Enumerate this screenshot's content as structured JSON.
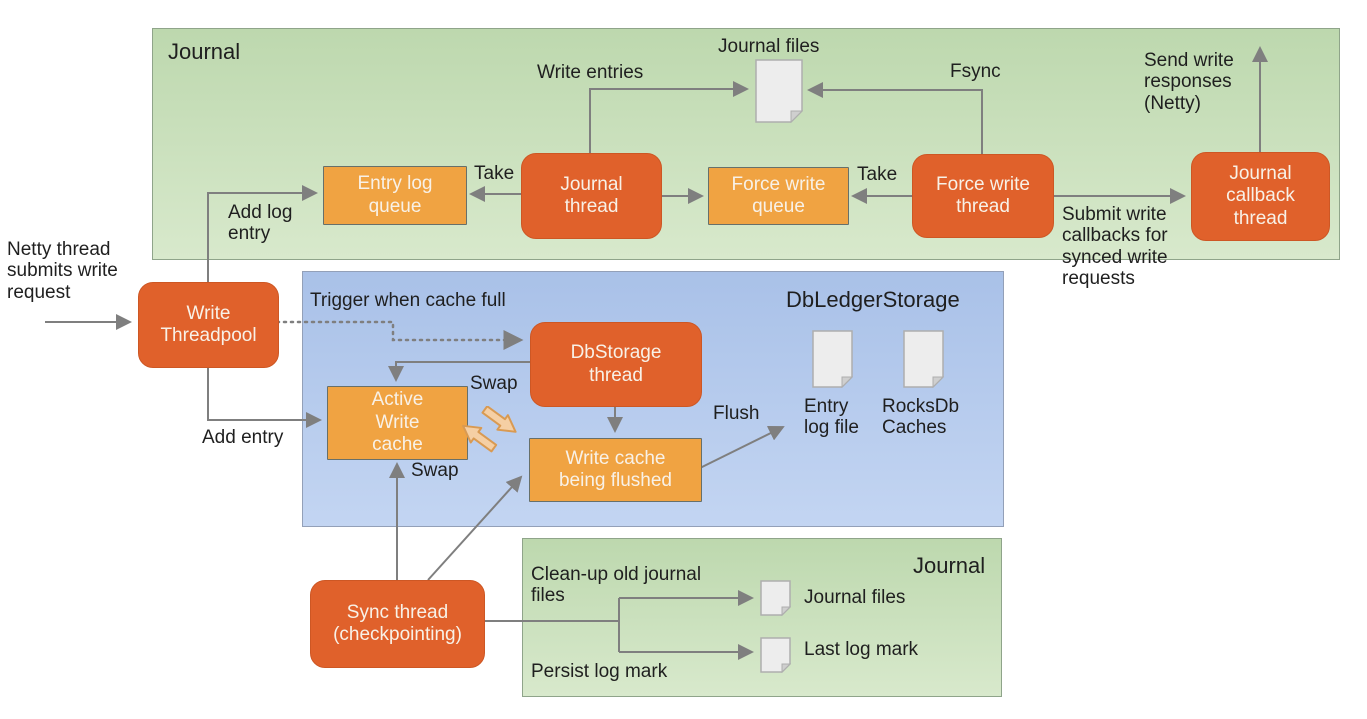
{
  "left": {
    "netty_note": "Netty thread submits write request",
    "write_threadpool": "Write Threadpool",
    "add_log_entry": "Add log entry",
    "add_entry": "Add entry"
  },
  "journal_top": {
    "title": "Journal",
    "entry_log_queue": "Entry log queue",
    "journal_thread": "Journal thread",
    "force_write_queue": "Force write queue",
    "force_write_thread": "Force write thread",
    "journal_callback_thread": "Journal callback thread",
    "journal_files_label": "Journal files",
    "write_entries": "Write entries",
    "fsync": "Fsync",
    "take_1": "Take",
    "take_2": "Take",
    "send_write_responses": "Send write responses (Netty)",
    "submit_write_callbacks": "Submit write callbacks for synced write requests"
  },
  "dbledger": {
    "title": "DbLedgerStorage",
    "trigger_when_cache_full": "Trigger when cache full",
    "dbstorage_thread": "DbStorage thread",
    "active_write_cache": "Active Write cache",
    "write_cache_being_flushed": "Write cache being flushed",
    "swap_1": "Swap",
    "swap_2": "Swap",
    "flush": "Flush",
    "entry_log_file": "Entry log file",
    "rocksdb_caches": "RocksDb Caches"
  },
  "journal_bottom": {
    "title": "Journal",
    "sync_thread": "Sync thread (checkpointing)",
    "cleanup_old_journal_files": "Clean-up old journal files",
    "persist_log_mark": "Persist log mark",
    "journal_files_label": "Journal files",
    "last_log_mark_label": "Last log mark"
  },
  "colors": {
    "canvas-bg": "#ffffff",
    "green-top": "#bdd8ae",
    "green-bottom": "#d8e9cc",
    "green-border": "#8fa48a",
    "blue-top": "#a9c1e8",
    "blue-bottom": "#c3d5f2",
    "blue-border": "#93a0b8",
    "dark-orange": "#e0612b",
    "dark-orange-border": "#cd5724",
    "light-orange": "#f0a342",
    "light-orange-border": "#67706a",
    "wire": "#7f7f7f",
    "text-dark": "#1f1f1f",
    "text-light": "#f8f1e7",
    "doc-fill": "#ededed",
    "doc-border": "#aeaeae",
    "doc-fold": "#cfcfcf",
    "swap-fill": "#f5cfa4",
    "swap-border": "#d99a52"
  }
}
